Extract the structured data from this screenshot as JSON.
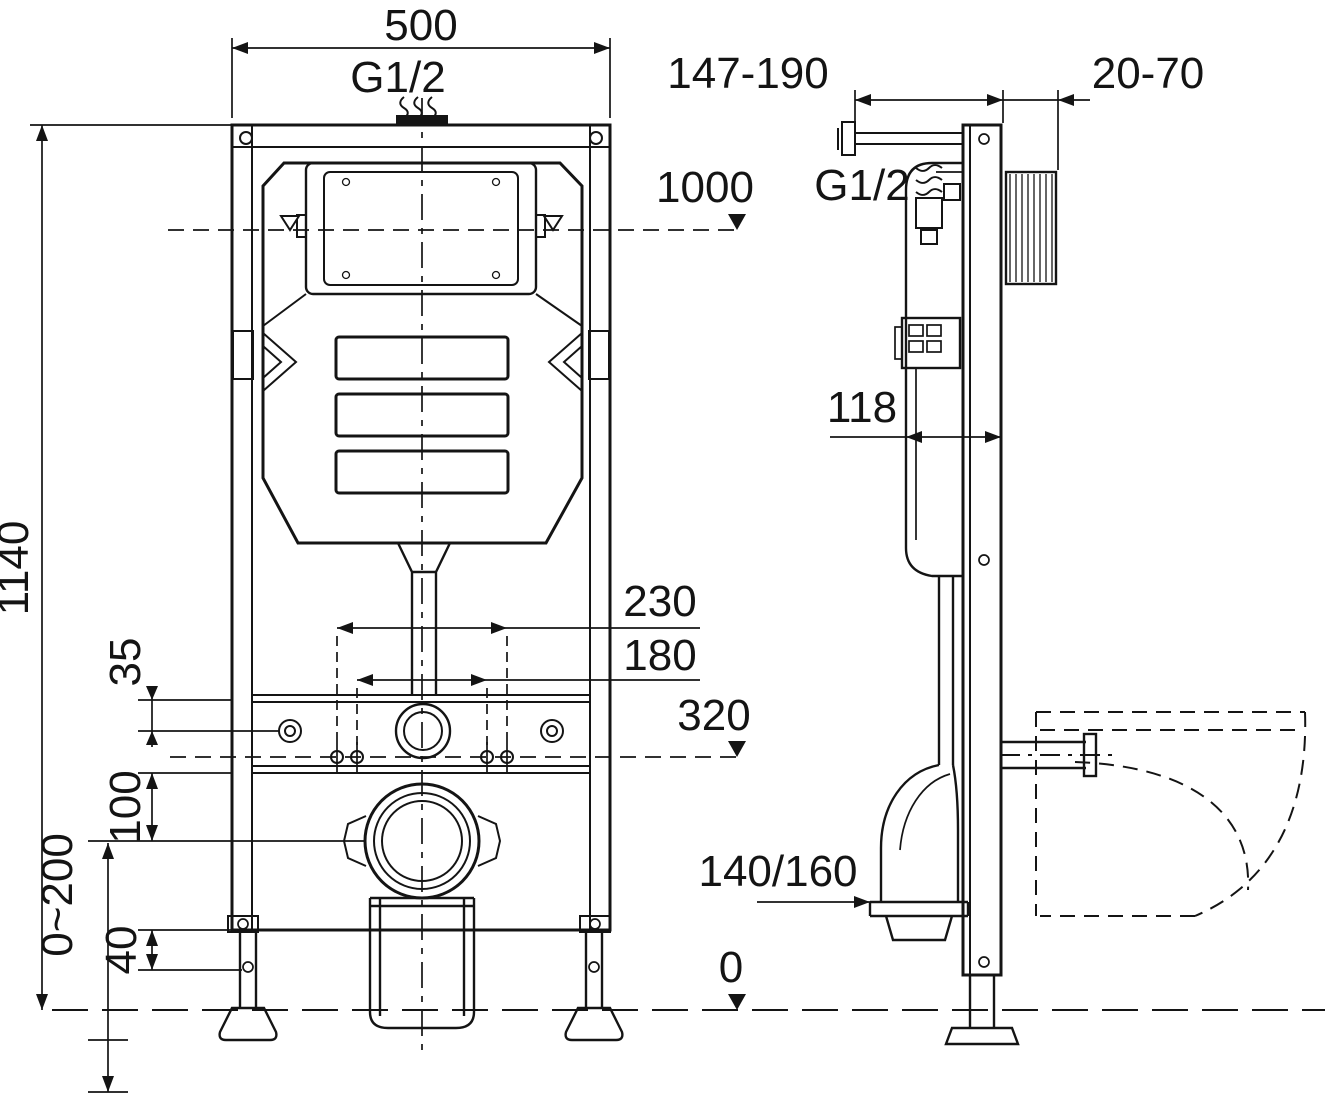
{
  "drawing": {
    "front": {
      "dim_width_top": "500",
      "supply_label": "G1/2",
      "dim_height_total": "1140",
      "dim_flush_height": "1000",
      "dim_bolt_span_outer": "230",
      "dim_bolt_span_inner": "180",
      "dim_outlet_height": "320",
      "dim_offset_35": "35",
      "dim_offset_100": "100",
      "dim_offset_40": "40",
      "dim_foot_range": "0~200"
    },
    "side": {
      "dim_depth_range": "147-190",
      "dim_wall_gap": "20-70",
      "supply_label": "G1/2",
      "dim_frame_depth": "118",
      "dim_drain_offset": "140/160",
      "dim_floor_ref": "0"
    }
  }
}
